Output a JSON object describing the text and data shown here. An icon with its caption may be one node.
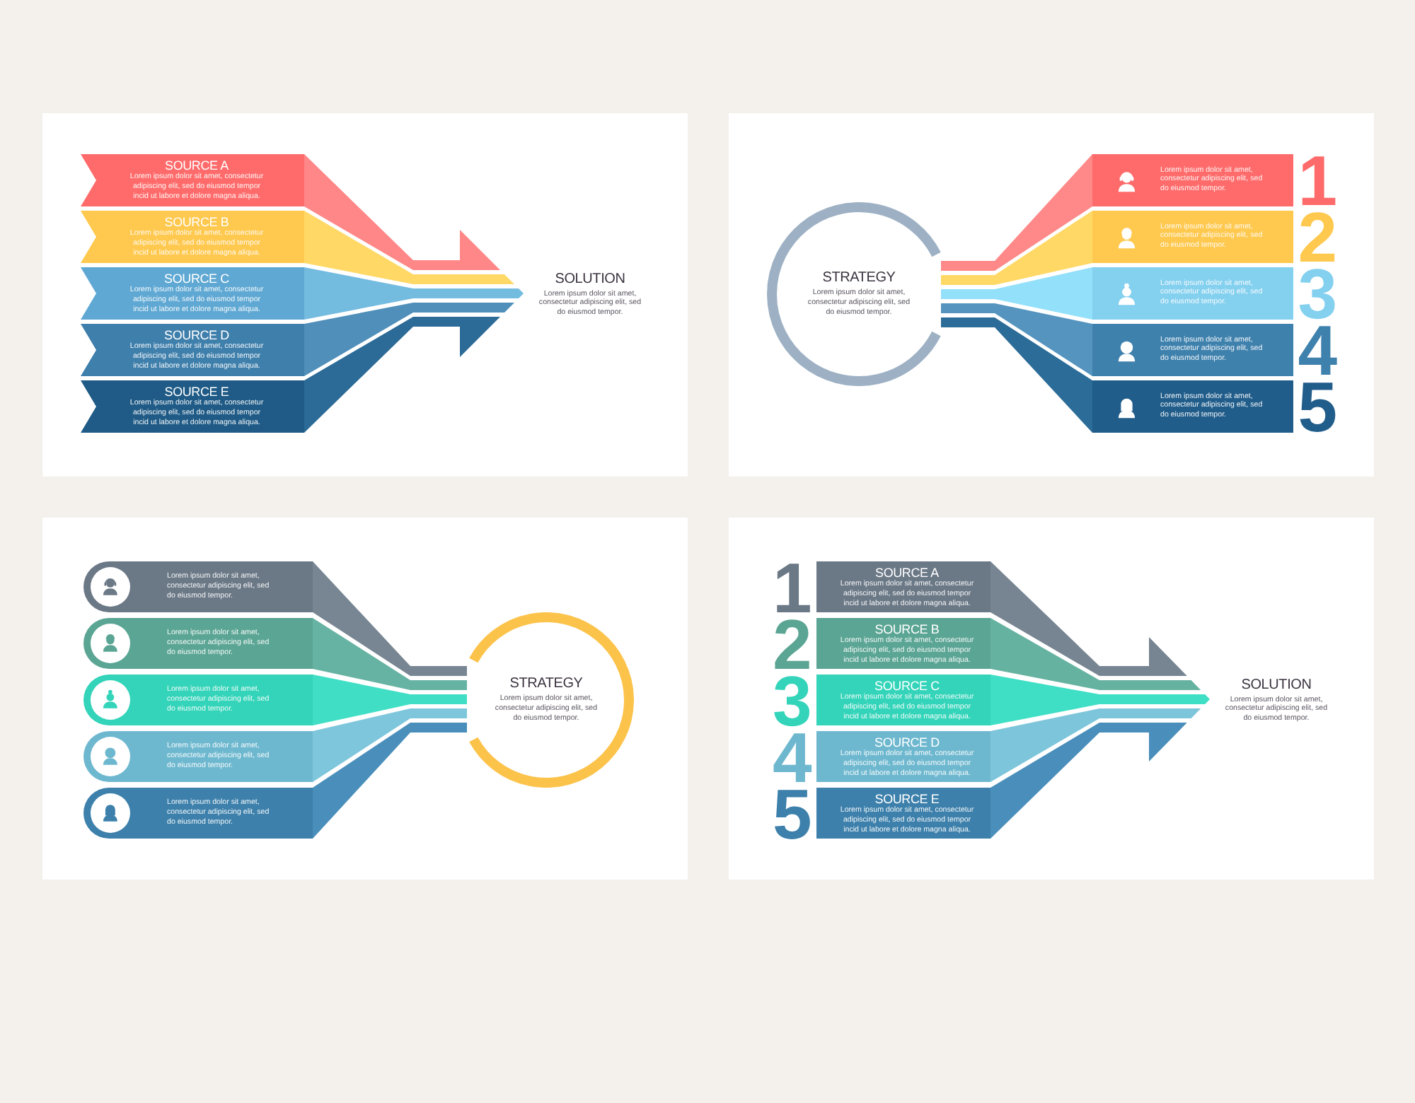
{
  "diagram": {
    "nodes": [
      {
        "text": [],
        "shape": "box"
      },
      {
        "text": [
          "SOURCE A",
          "Lorem ipsum dolor sit amet, consectetur adipiscing elit, sed do eiusmod tempor incid ut labore et dolore magna aliqua."
        ],
        "in": 0
      },
      {
        "text": [
          "SOURCE B",
          "Lorem ipsum dolor sit amet, consectetur adipiscing elit, sed do eiusmod tempor incid ut labore et dolore magna aliqua."
        ],
        "in": 0
      },
      {
        "text": [
          "SOURCE C",
          "Lorem ipsum dolor sit amet, consectetur adipiscing elit, sed do eiusmod tempor incid ut labore et dolore magna aliqua."
        ],
        "in": 0
      },
      {
        "text": [
          "SOURCE D",
          "Lorem ipsum dolor sit amet, consectetur adipiscing elit, sed do eiusmod tempor incid ut labore et dolore magna aliqua."
        ],
        "in": 0
      },
      {
        "text": [
          "SOURCE E",
          "Lorem ipsum dolor sit amet, consectetur adipiscing elit, sed do eiusmod tempor incid ut labore et dolore magna aliqua."
        ],
        "in": 0
      },
      {
        "text": [
          "SOLUTION",
          "Lorem ipsum dolor sit amet, consectetur adipiscing elit, sed do eiusmod tempor."
        ],
        "in": 0
      },
      {
        "text": [],
        "shape": "box"
      },
      {
        "text": [
          "STRATEGY",
          "Lorem ipsum dolor sit amet, consectetur adipiscing elit, sed do eiusmod tempor."
        ],
        "in": 7
      },
      {
        "text": [
          "Lorem ipsum dolor sit amet, consectetur adipiscing elit, sed do eiusmod tempor.",
          "1"
        ],
        "in": 7
      },
      {
        "text": [
          "Lorem ipsum dolor sit amet, consectetur adipiscing elit, sed do eiusmod tempor.",
          "2"
        ],
        "in": 7
      },
      {
        "text": [
          "Lorem ipsum dolor sit amet, consectetur adipiscing elit, sed do eiusmod tempor.",
          "3"
        ],
        "in": 7
      },
      {
        "text": [
          "Lorem ipsum dolor sit amet, consectetur adipiscing elit, sed do eiusmod tempor.",
          "4"
        ],
        "in": 7
      },
      {
        "text": [
          "Lorem ipsum dolor sit amet, consectetur adipiscing elit, sed do eiusmod tempor.",
          "5"
        ],
        "in": 7
      },
      {
        "text": [],
        "shape": "box"
      },
      {
        "text": [
          "Lorem ipsum dolor sit amet, consectetur adipiscing elit, sed do eiusmod tempor."
        ],
        "in": 14
      },
      {
        "text": [
          "Lorem ipsum dolor sit amet, consectetur adipiscing elit, sed do eiusmod tempor."
        ],
        "in": 14
      },
      {
        "text": [
          "Lorem ipsum dolor sit amet, consectetur adipiscing elit, sed do eiusmod tempor."
        ],
        "in": 14
      },
      {
        "text": [
          "Lorem ipsum dolor sit amet, consectetur adipiscing elit, sed do eiusmod tempor."
        ],
        "in": 14
      },
      {
        "text": [
          "Lorem ipsum dolor sit amet, consectetur adipiscing elit, sed do eiusmod tempor."
        ],
        "in": 14
      },
      {
        "text": [
          "STRATEGY",
          "Lorem ipsum dolor sit amet, consectetur adipiscing elit, sed do eiusmod tempor."
        ],
        "in": 14
      },
      {
        "text": [],
        "shape": "box"
      },
      {
        "text": [
          "1",
          "SOURCE A",
          "Lorem ipsum dolor sit amet, consectetur adipiscing elit, sed do eiusmod tempor incid ut labore et dolore magna aliqua."
        ],
        "in": 21
      },
      {
        "text": [
          "2",
          "SOURCE B",
          "Lorem ipsum dolor sit amet, consectetur adipiscing elit, sed do eiusmod tempor incid ut labore et dolore magna aliqua."
        ],
        "in": 21
      },
      {
        "text": [
          "3",
          "SOURCE C",
          "Lorem ipsum dolor sit amet, consectetur adipiscing elit, sed do eiusmod tempor incid ut labore et dolore magna aliqua."
        ],
        "in": 21
      },
      {
        "text": [
          "4",
          "SOURCE D",
          "Lorem ipsum dolor sit amet, consectetur adipiscing elit, sed do eiusmod tempor incid ut labore et dolore magna aliqua."
        ],
        "in": 21
      },
      {
        "text": [
          "5",
          "SOURCE E",
          "Lorem ipsum dolor sit amet, consectetur adipiscing elit, sed do eiusmod tempor incid ut labore et dolore magna aliqua."
        ],
        "in": 21
      },
      {
        "text": [
          "SOLUTION",
          "Lorem ipsum dolor sit amet, consectetur adipiscing elit, sed do eiusmod tempor."
        ],
        "in": 21
      }
    ],
    "edges": [
      {
        "from": 1,
        "to": 6,
        "arrow": "to",
        "color": "#ff8787"
      },
      {
        "from": 2,
        "to": 6,
        "arrow": "to",
        "color": "#ffd865"
      },
      {
        "from": 3,
        "to": 6,
        "arrow": "to",
        "color": "#74bbe0"
      },
      {
        "from": 4,
        "to": 6,
        "arrow": "to",
        "color": "#4f8fba"
      },
      {
        "from": 5,
        "to": 6,
        "arrow": "to",
        "color": "#2c6b97"
      },
      {
        "from": 8,
        "to": 9,
        "arrow": "none",
        "color": "#ff8888"
      },
      {
        "from": 8,
        "to": 10,
        "arrow": "none",
        "color": "#ffd865"
      },
      {
        "from": 8,
        "to": 11,
        "arrow": "none",
        "color": "#93e0fb"
      },
      {
        "from": 8,
        "to": 12,
        "arrow": "none",
        "color": "#5594bf"
      },
      {
        "from": 8,
        "to": 13,
        "arrow": "none",
        "color": "#2c6c98"
      },
      {
        "from": 15,
        "to": 20,
        "arrow": "none",
        "color": "#788693"
      },
      {
        "from": 16,
        "to": 20,
        "arrow": "none",
        "color": "#67b3a3"
      },
      {
        "from": 17,
        "to": 20,
        "arrow": "none",
        "color": "#40dfc5"
      },
      {
        "from": 18,
        "to": 20,
        "arrow": "none",
        "color": "#7ec6dc"
      },
      {
        "from": 19,
        "to": 20,
        "arrow": "none",
        "color": "#4a8fbb"
      },
      {
        "from": 22,
        "to": 27,
        "arrow": "to",
        "color": "#778592"
      },
      {
        "from": 23,
        "to": 27,
        "arrow": "to",
        "color": "#66b2a1"
      },
      {
        "from": 24,
        "to": 27,
        "arrow": "to",
        "color": "#3fdfc5"
      },
      {
        "from": 25,
        "to": 27,
        "arrow": "to",
        "color": "#7dc5db"
      },
      {
        "from": 26,
        "to": 27,
        "arrow": "to",
        "color": "#4a8ebb"
      }
    ]
  }
}
